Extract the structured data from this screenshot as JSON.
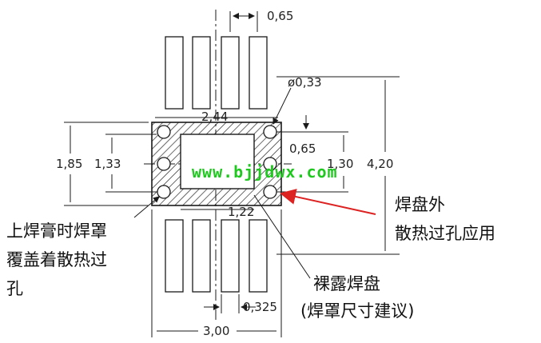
{
  "dimensions": {
    "pad_pitch": "0,65",
    "via_diameter": "ø0,33",
    "exposed_pad_width": "2,44",
    "exposed_pad_height": "1,85",
    "inner_height": "1,33",
    "via_pitch": "0,65",
    "inner_pad_height": "1,30",
    "overall_height": "4,20",
    "via_spacing": "1,22",
    "pad_width": "0,325",
    "overall_width": "3,00"
  },
  "watermark": "www.bjjdwx.com",
  "annotations": {
    "outer_vias_line1": "焊盘外",
    "outer_vias_line2": "散热过孔应用",
    "covered_vias_line1": "上焊膏时焊罩",
    "covered_vias_line2": "覆盖着散热过",
    "covered_vias_line3": "孔",
    "exposed_pad_line1": "裸露焊盘",
    "exposed_pad_line2": "(焊罩尺寸建议)"
  },
  "colors": {
    "lines": "#1a1a1a",
    "arrow": "#dd2222",
    "watermark": "#1fc81f"
  }
}
